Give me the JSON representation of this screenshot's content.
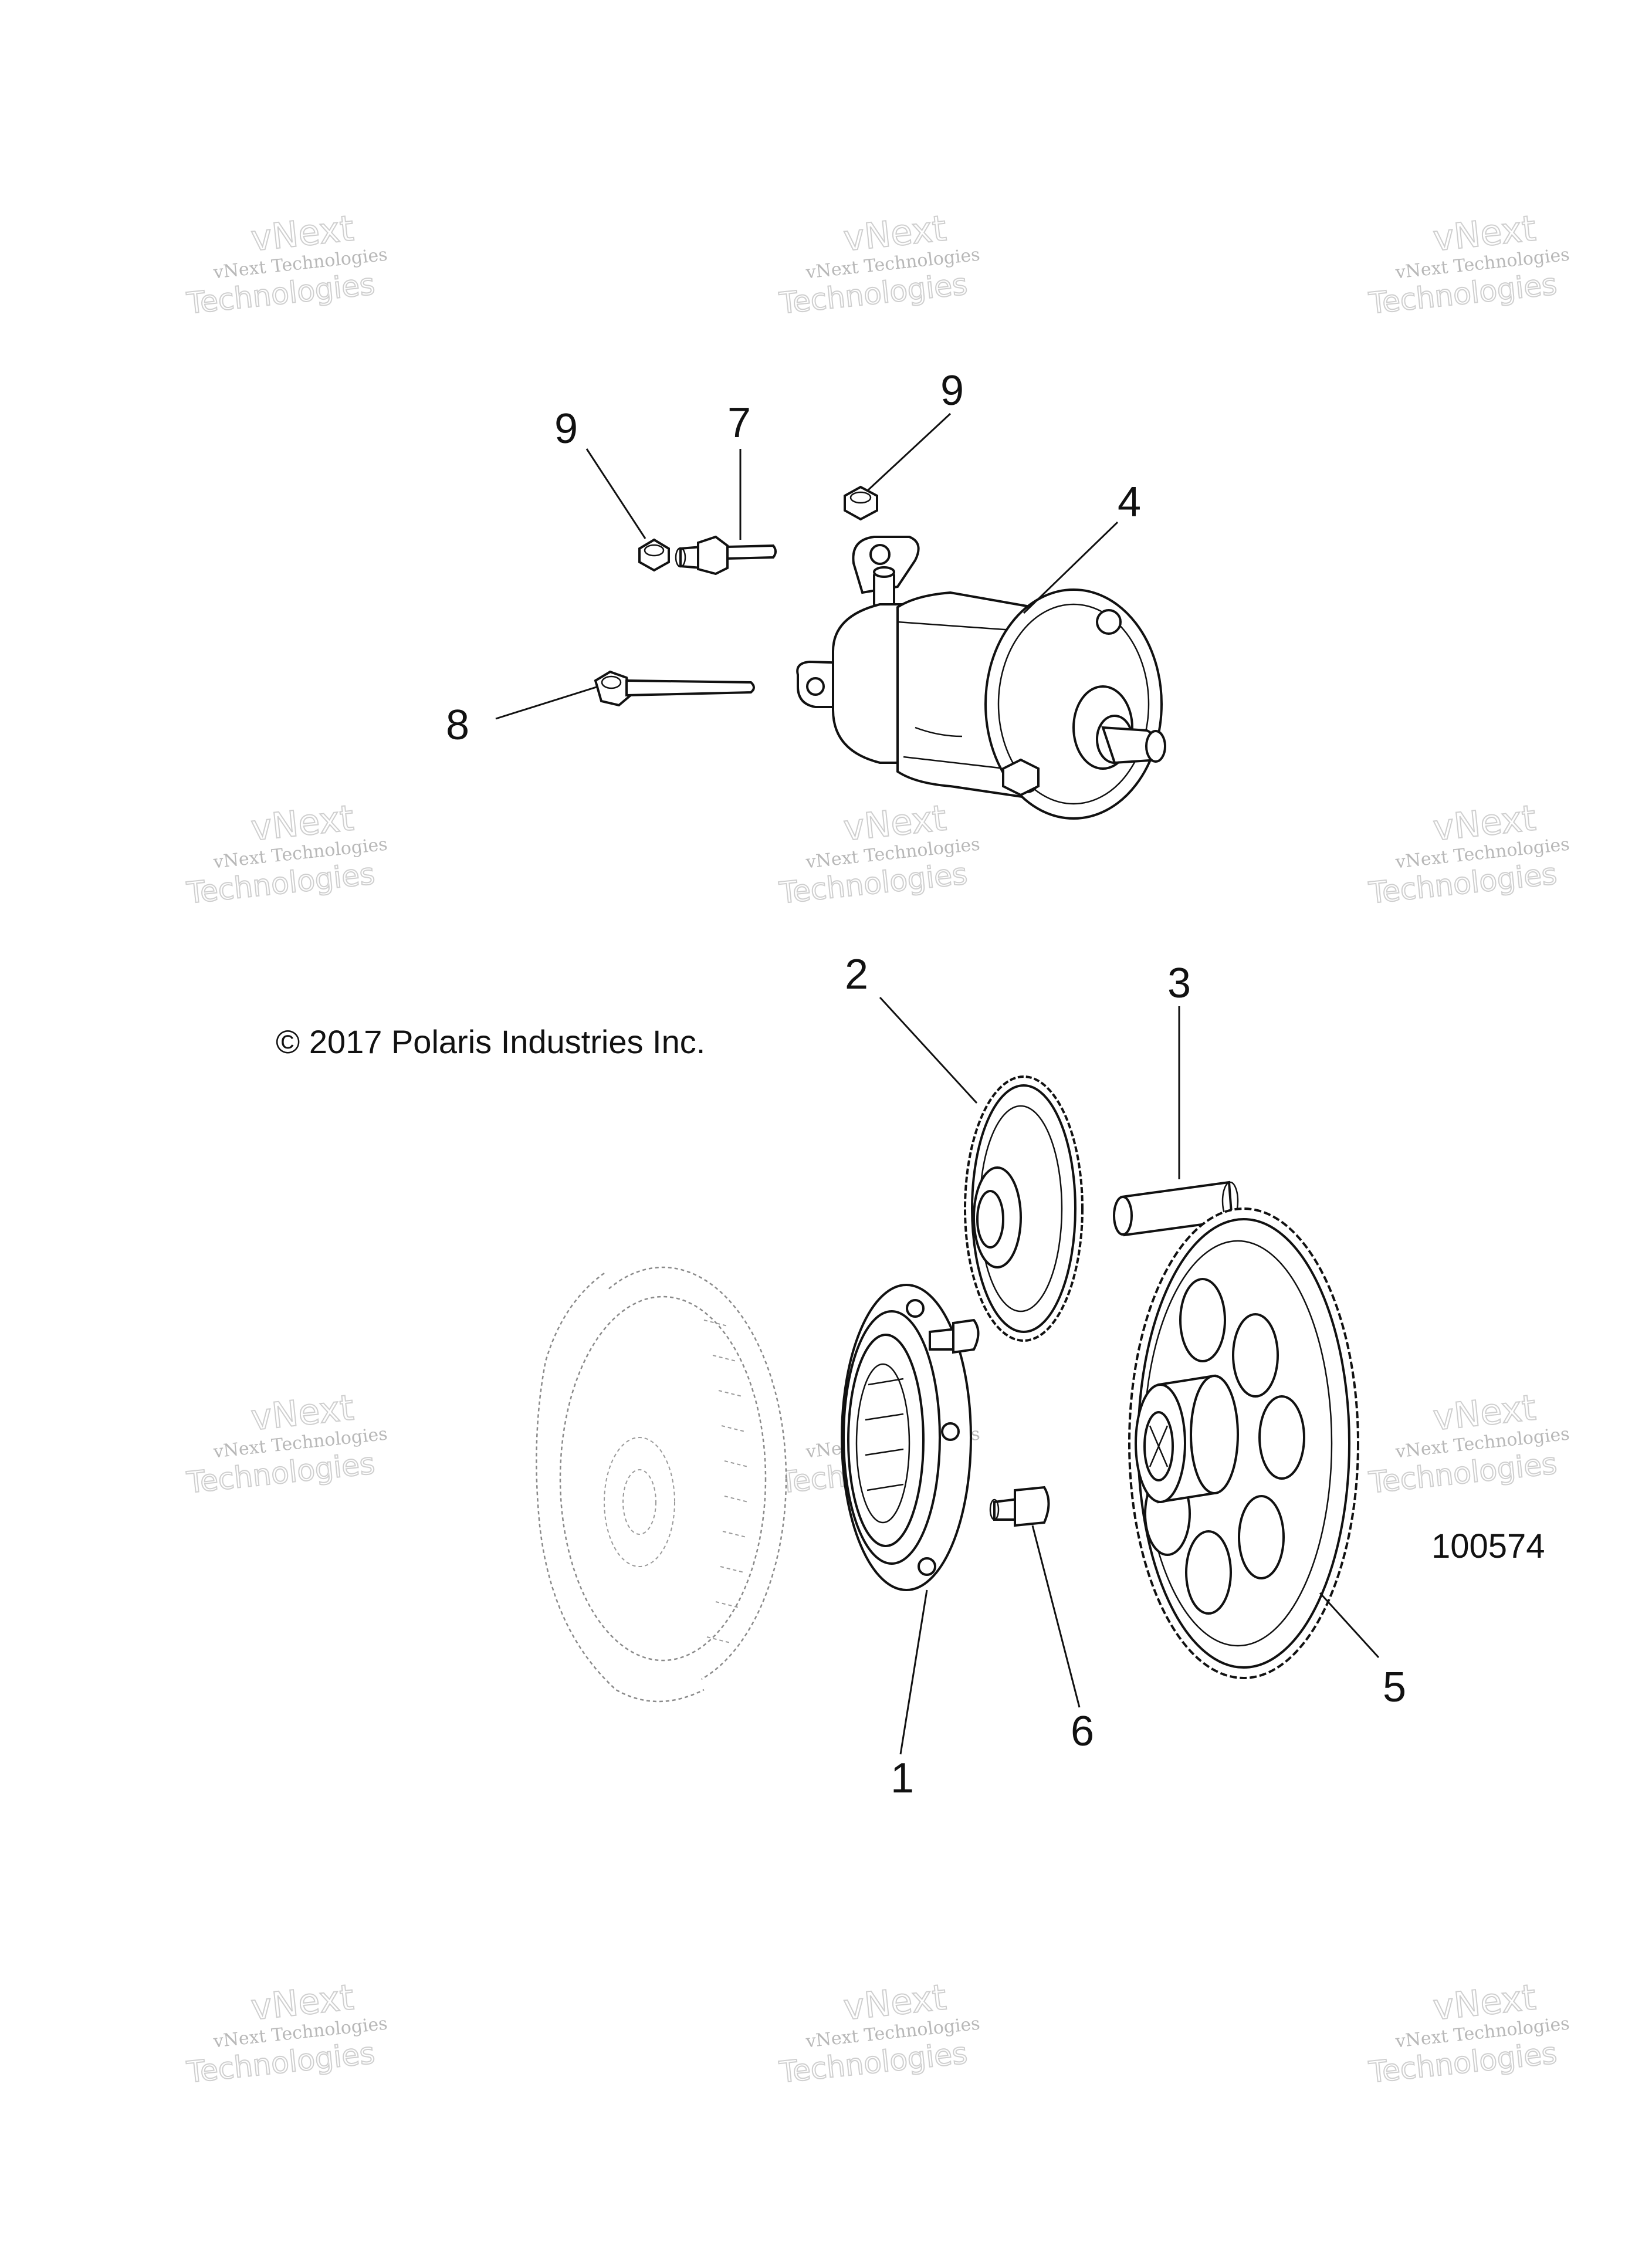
{
  "watermark": {
    "line1": "vNext Technologies",
    "line2": "vNext",
    "line3": "Technologies"
  },
  "copyright": "© 2017 Polaris Industries Inc.",
  "drawing_number": "100574",
  "callouts": [
    {
      "id": "1",
      "label": "1"
    },
    {
      "id": "2",
      "label": "2"
    },
    {
      "id": "3",
      "label": "3"
    },
    {
      "id": "4",
      "label": "4"
    },
    {
      "id": "5",
      "label": "5"
    },
    {
      "id": "6",
      "label": "6"
    },
    {
      "id": "7",
      "label": "7"
    },
    {
      "id": "8",
      "label": "8"
    },
    {
      "id": "9a",
      "label": "9"
    },
    {
      "id": "9b",
      "label": "9"
    }
  ]
}
